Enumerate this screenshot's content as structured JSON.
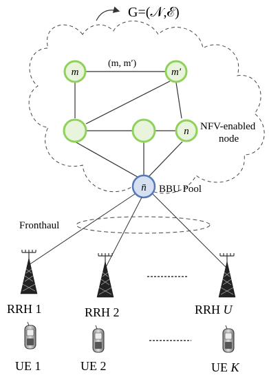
{
  "graph_label": "G=(𝒩,ℰ)",
  "edge_label": "(m, m′)",
  "nodes": {
    "m": "m",
    "m_prime": "m′",
    "n": "n",
    "bbu": "n̄"
  },
  "nfv_label": [
    "NFV-enabled",
    "node"
  ],
  "bbu_pool_label": "BBU Pool",
  "fronthaul_label": "Fronthaul",
  "rrh_labels": {
    "first": "RRH 1",
    "second": "RRH 2",
    "last_prefix": "RRH ",
    "last_var": "U"
  },
  "ue_labels": {
    "first": "UE 1",
    "second": "UE 2",
    "last_prefix": "UE ",
    "last_var": "K"
  },
  "colors": {
    "node_fill": "#e8f4dc",
    "node_stroke": "#8fd15a",
    "bbu_fill": "#d6e0f3",
    "bbu_stroke": "#5577b8"
  }
}
